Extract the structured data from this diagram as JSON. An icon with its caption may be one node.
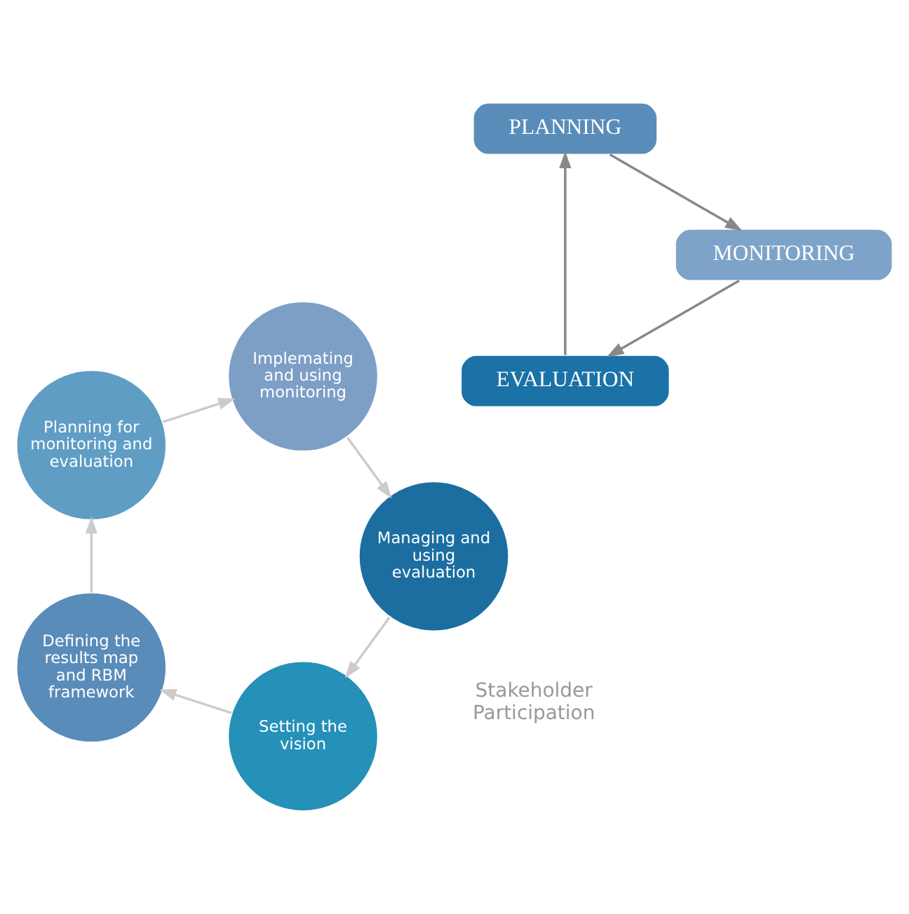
{
  "diagram": {
    "nodes": [
      {
        "text": [
          "EVALUATION"
        ]
      },
      {
        "text": [
          "PLANNING"
        ]
      },
      {
        "text": [
          "MONITORING"
        ]
      },
      {
        "text": [
          "Setting the vision"
        ]
      },
      {
        "text": [
          "Defining the results map and RBM framework"
        ]
      },
      {
        "text": [
          "Planning for monitoring and evaluation"
        ]
      },
      {
        "text": [
          "Implemating and using monitoring"
        ]
      },
      {
        "text": [
          "Managing and using evaluation"
        ]
      }
    ],
    "edges": [
      {
        "from": 0,
        "to": 1,
        "arrow": "to"
      },
      {
        "from": 1,
        "to": 2,
        "arrow": "to"
      },
      {
        "from": 2,
        "to": 0,
        "arrow": "to"
      },
      {
        "from": 3,
        "to": 4,
        "arrow": "to",
        "color": "#cccccc"
      },
      {
        "from": 4,
        "to": 5,
        "arrow": "to",
        "color": "#cccccc"
      },
      {
        "from": 5,
        "to": 6,
        "arrow": "to",
        "color": "#cccccc"
      },
      {
        "from": 6,
        "to": 7,
        "arrow": "to",
        "color": "#cccccc"
      },
      {
        "from": 7,
        "to": 3,
        "arrow": "to",
        "color": "#cccccc"
      }
    ],
    "labels": [
      "Stakeholder Participation"
    ]
  }
}
